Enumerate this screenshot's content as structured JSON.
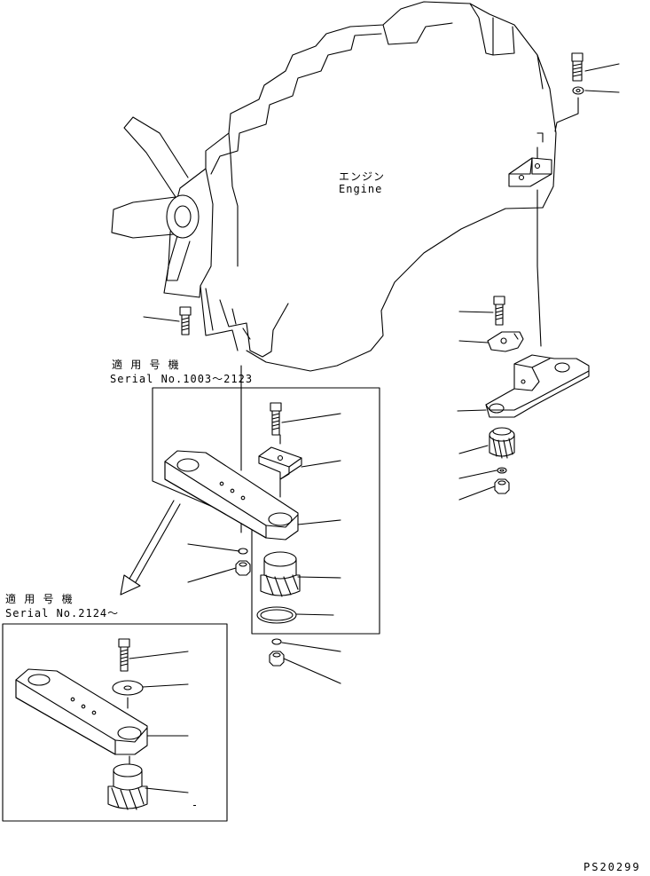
{
  "engine_label": {
    "ja": "エンジン",
    "en": "Engine"
  },
  "variant_a": {
    "applicable_ja": "適 用 号 機",
    "serial": "Serial No.1003～2123"
  },
  "variant_b": {
    "applicable_ja": "適 用 号 機",
    "serial": "Serial No.2124～"
  },
  "drawing_number": "PS20299",
  "parts": [
    "bolt",
    "washer",
    "bracket",
    "bolt",
    "stopper",
    "mount-bracket",
    "cushion",
    "washer",
    "nut",
    "bolt",
    "bracket-plate",
    "mount-arm",
    "washer",
    "nut",
    "cushion",
    "plate",
    "washer",
    "nut",
    "bolt",
    "plate-washer",
    "mount-arm",
    "cushion"
  ]
}
